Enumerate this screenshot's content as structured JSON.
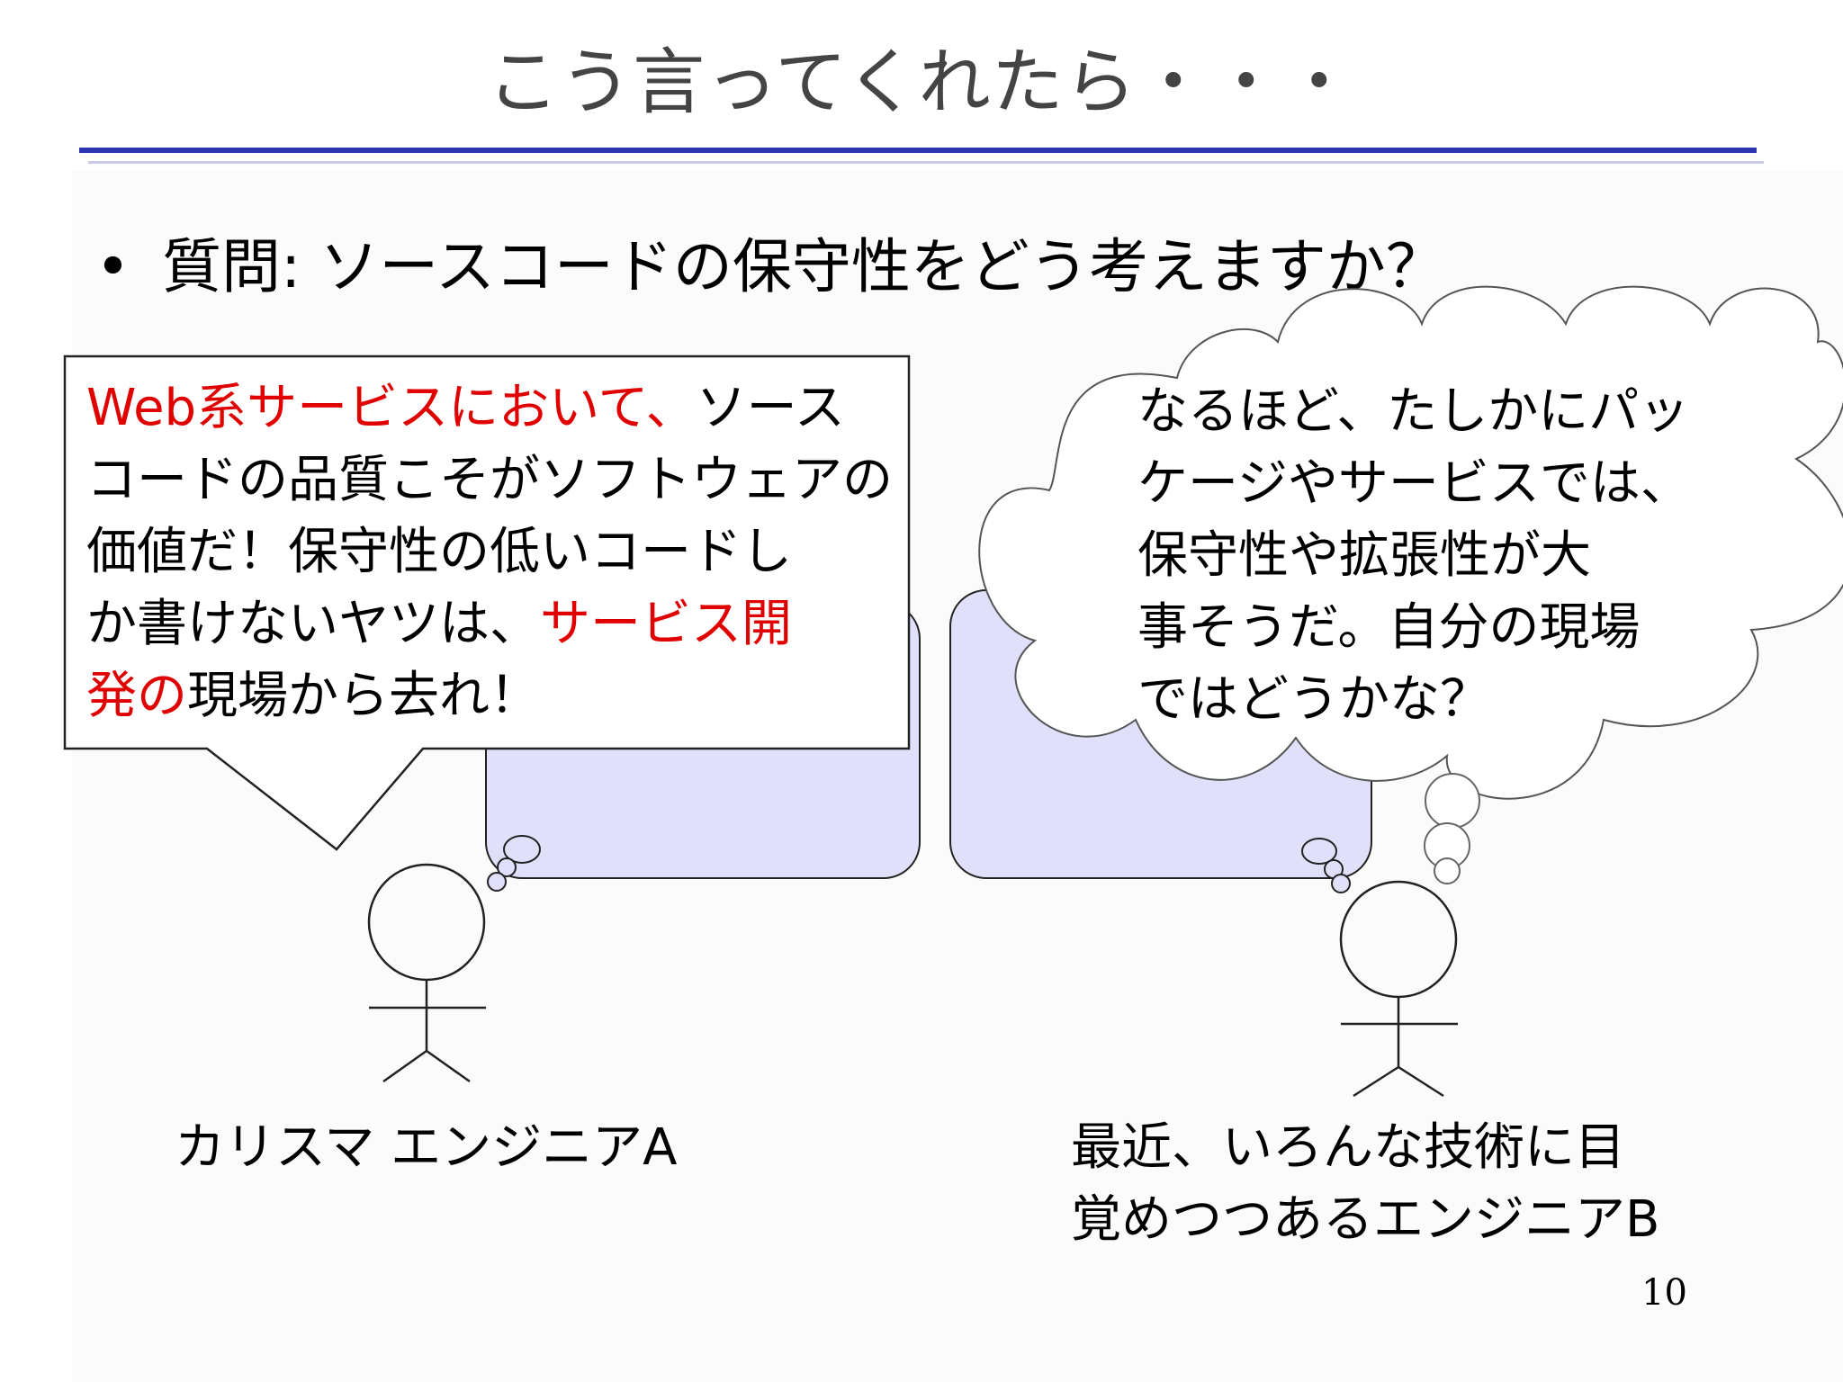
{
  "slide": {
    "title": "こう言ってくれたら・・・",
    "page_number": "10"
  },
  "question": {
    "bullet": "•",
    "text": "質問: ソースコードの保守性をどう考えますか？"
  },
  "speech_bubble": {
    "lines": [
      [
        {
          "text": "Web系サービスにおいて、",
          "red": true
        },
        {
          "text": "ソース",
          "red": false
        }
      ],
      [
        {
          "text": "コードの品質こそがソフトウェアの",
          "red": false
        }
      ],
      [
        {
          "text": "価値だ！保守性の低いコードし",
          "red": false
        }
      ],
      [
        {
          "text": "か書けないヤツは、",
          "red": false
        },
        {
          "text": "サービス開",
          "red": true
        }
      ],
      [
        {
          "text": "発の",
          "red": true
        },
        {
          "text": "現場から去れ！",
          "red": false
        }
      ]
    ]
  },
  "thought_bubble": {
    "lines": [
      "なるほど、たしかにパッ",
      "ケージやサービスでは、",
      "保守性や拡張性が大",
      "事そうだ。自分の現場",
      "ではどうかな？"
    ]
  },
  "engineer_a": {
    "label_lines": [
      "カリスマ エンジニアA"
    ]
  },
  "engineer_b": {
    "label_lines": [
      "最近、いろんな技術に目",
      "覚めつつあるエンジニアB"
    ]
  },
  "colors": {
    "title_rule": "#2b36b0",
    "highlight_text": "#e00000",
    "inner_bubble_fill": "#e0e0fb"
  }
}
